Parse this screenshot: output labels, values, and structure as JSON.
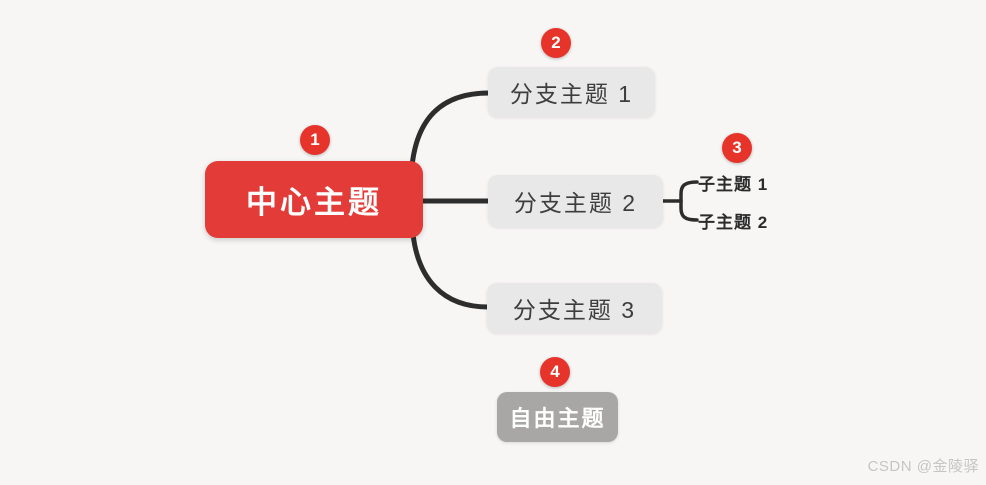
{
  "mindmap": {
    "central": {
      "label": "中心主题",
      "badge": "1"
    },
    "branches": [
      {
        "label": "分支主题 1",
        "badge": "2"
      },
      {
        "label": "分支主题 2"
      },
      {
        "label": "分支主题 3"
      }
    ],
    "subtopics_badge": "3",
    "subtopics": [
      {
        "label": "子主题 1"
      },
      {
        "label": "子主题 2"
      }
    ],
    "free": {
      "label": "自由主题",
      "badge": "4"
    }
  },
  "watermark": "CSDN @金陵驿",
  "colors": {
    "canvas_bg": "#f7f6f5",
    "central_bg": "#e23b38",
    "badge_bg": "#e7342a",
    "branch_bg": "#e9e8e8",
    "free_bg": "#a8a7a6",
    "line": "#2d2d2d"
  }
}
